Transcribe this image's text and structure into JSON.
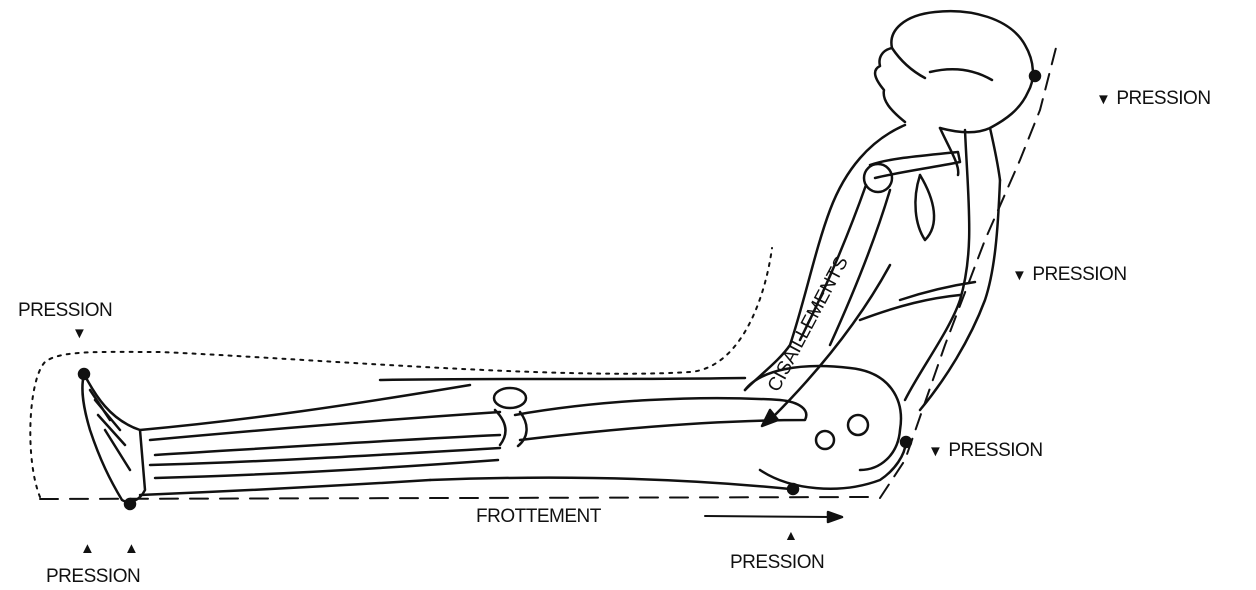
{
  "labels": {
    "pression_head": "PRESSION",
    "pression_back": "PRESSION",
    "pression_sacrum": "PRESSION",
    "pression_heel_top": "PRESSION",
    "pression_heels_bottom": "PRESSION",
    "pression_buttock": "PRESSION",
    "frottement": "FROTTEMENT",
    "cisaillements": "CISAILLEMENTS"
  },
  "icons": {
    "down_arrow": "▼",
    "up_arrow": "▲"
  },
  "colors": {
    "ink": "#111111",
    "background": "#ffffff"
  }
}
